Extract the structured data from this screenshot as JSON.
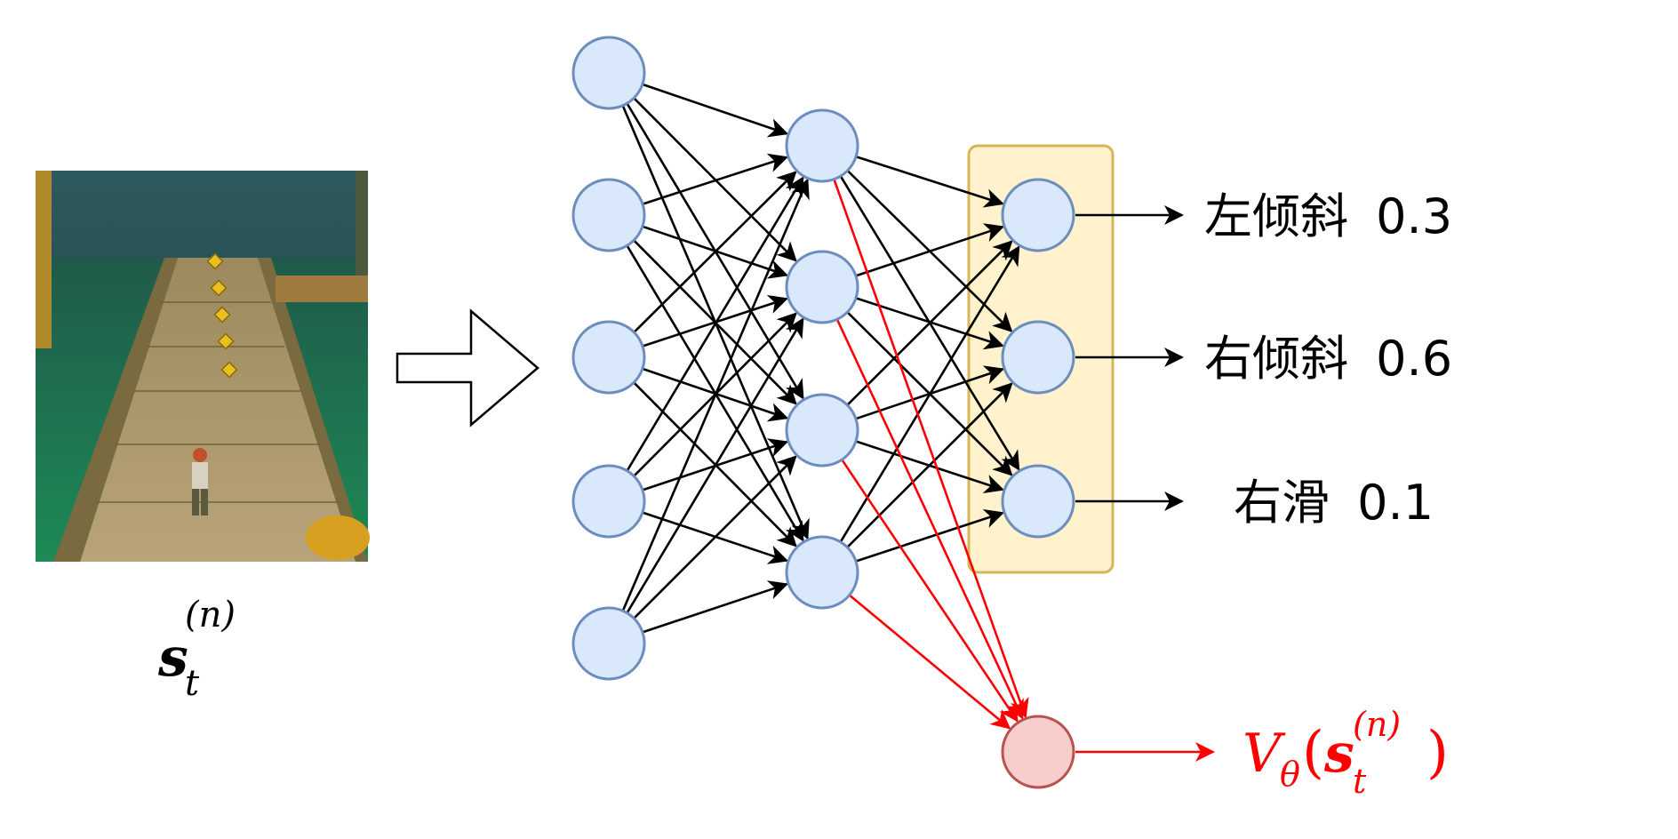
{
  "outputs": [
    {
      "action": "左倾斜",
      "prob": "0.3"
    },
    {
      "action": "右倾斜",
      "prob": "0.6"
    },
    {
      "action": "右滑",
      "prob": "0.1"
    }
  ],
  "state_label": {
    "base": "s",
    "sub": "t",
    "sup": "(n)"
  },
  "value_label": {
    "fn": "V",
    "fn_sub": "θ",
    "open": "(",
    "base": "s",
    "sub": "t",
    "sup": "(n)",
    "close": ")"
  },
  "colors": {
    "node_fill": "#dae8fc",
    "node_stroke": "#6c8ebf",
    "value_fill": "#f8cecc",
    "value_stroke": "#b85450",
    "highlight_fill": "#fff2cc",
    "highlight_stroke": "#d6b656",
    "critic_edge": "#ff0000",
    "actor_edge": "#000000"
  },
  "layers": {
    "input": 5,
    "hidden": 4,
    "policy_output": 3,
    "value_output": 1
  }
}
